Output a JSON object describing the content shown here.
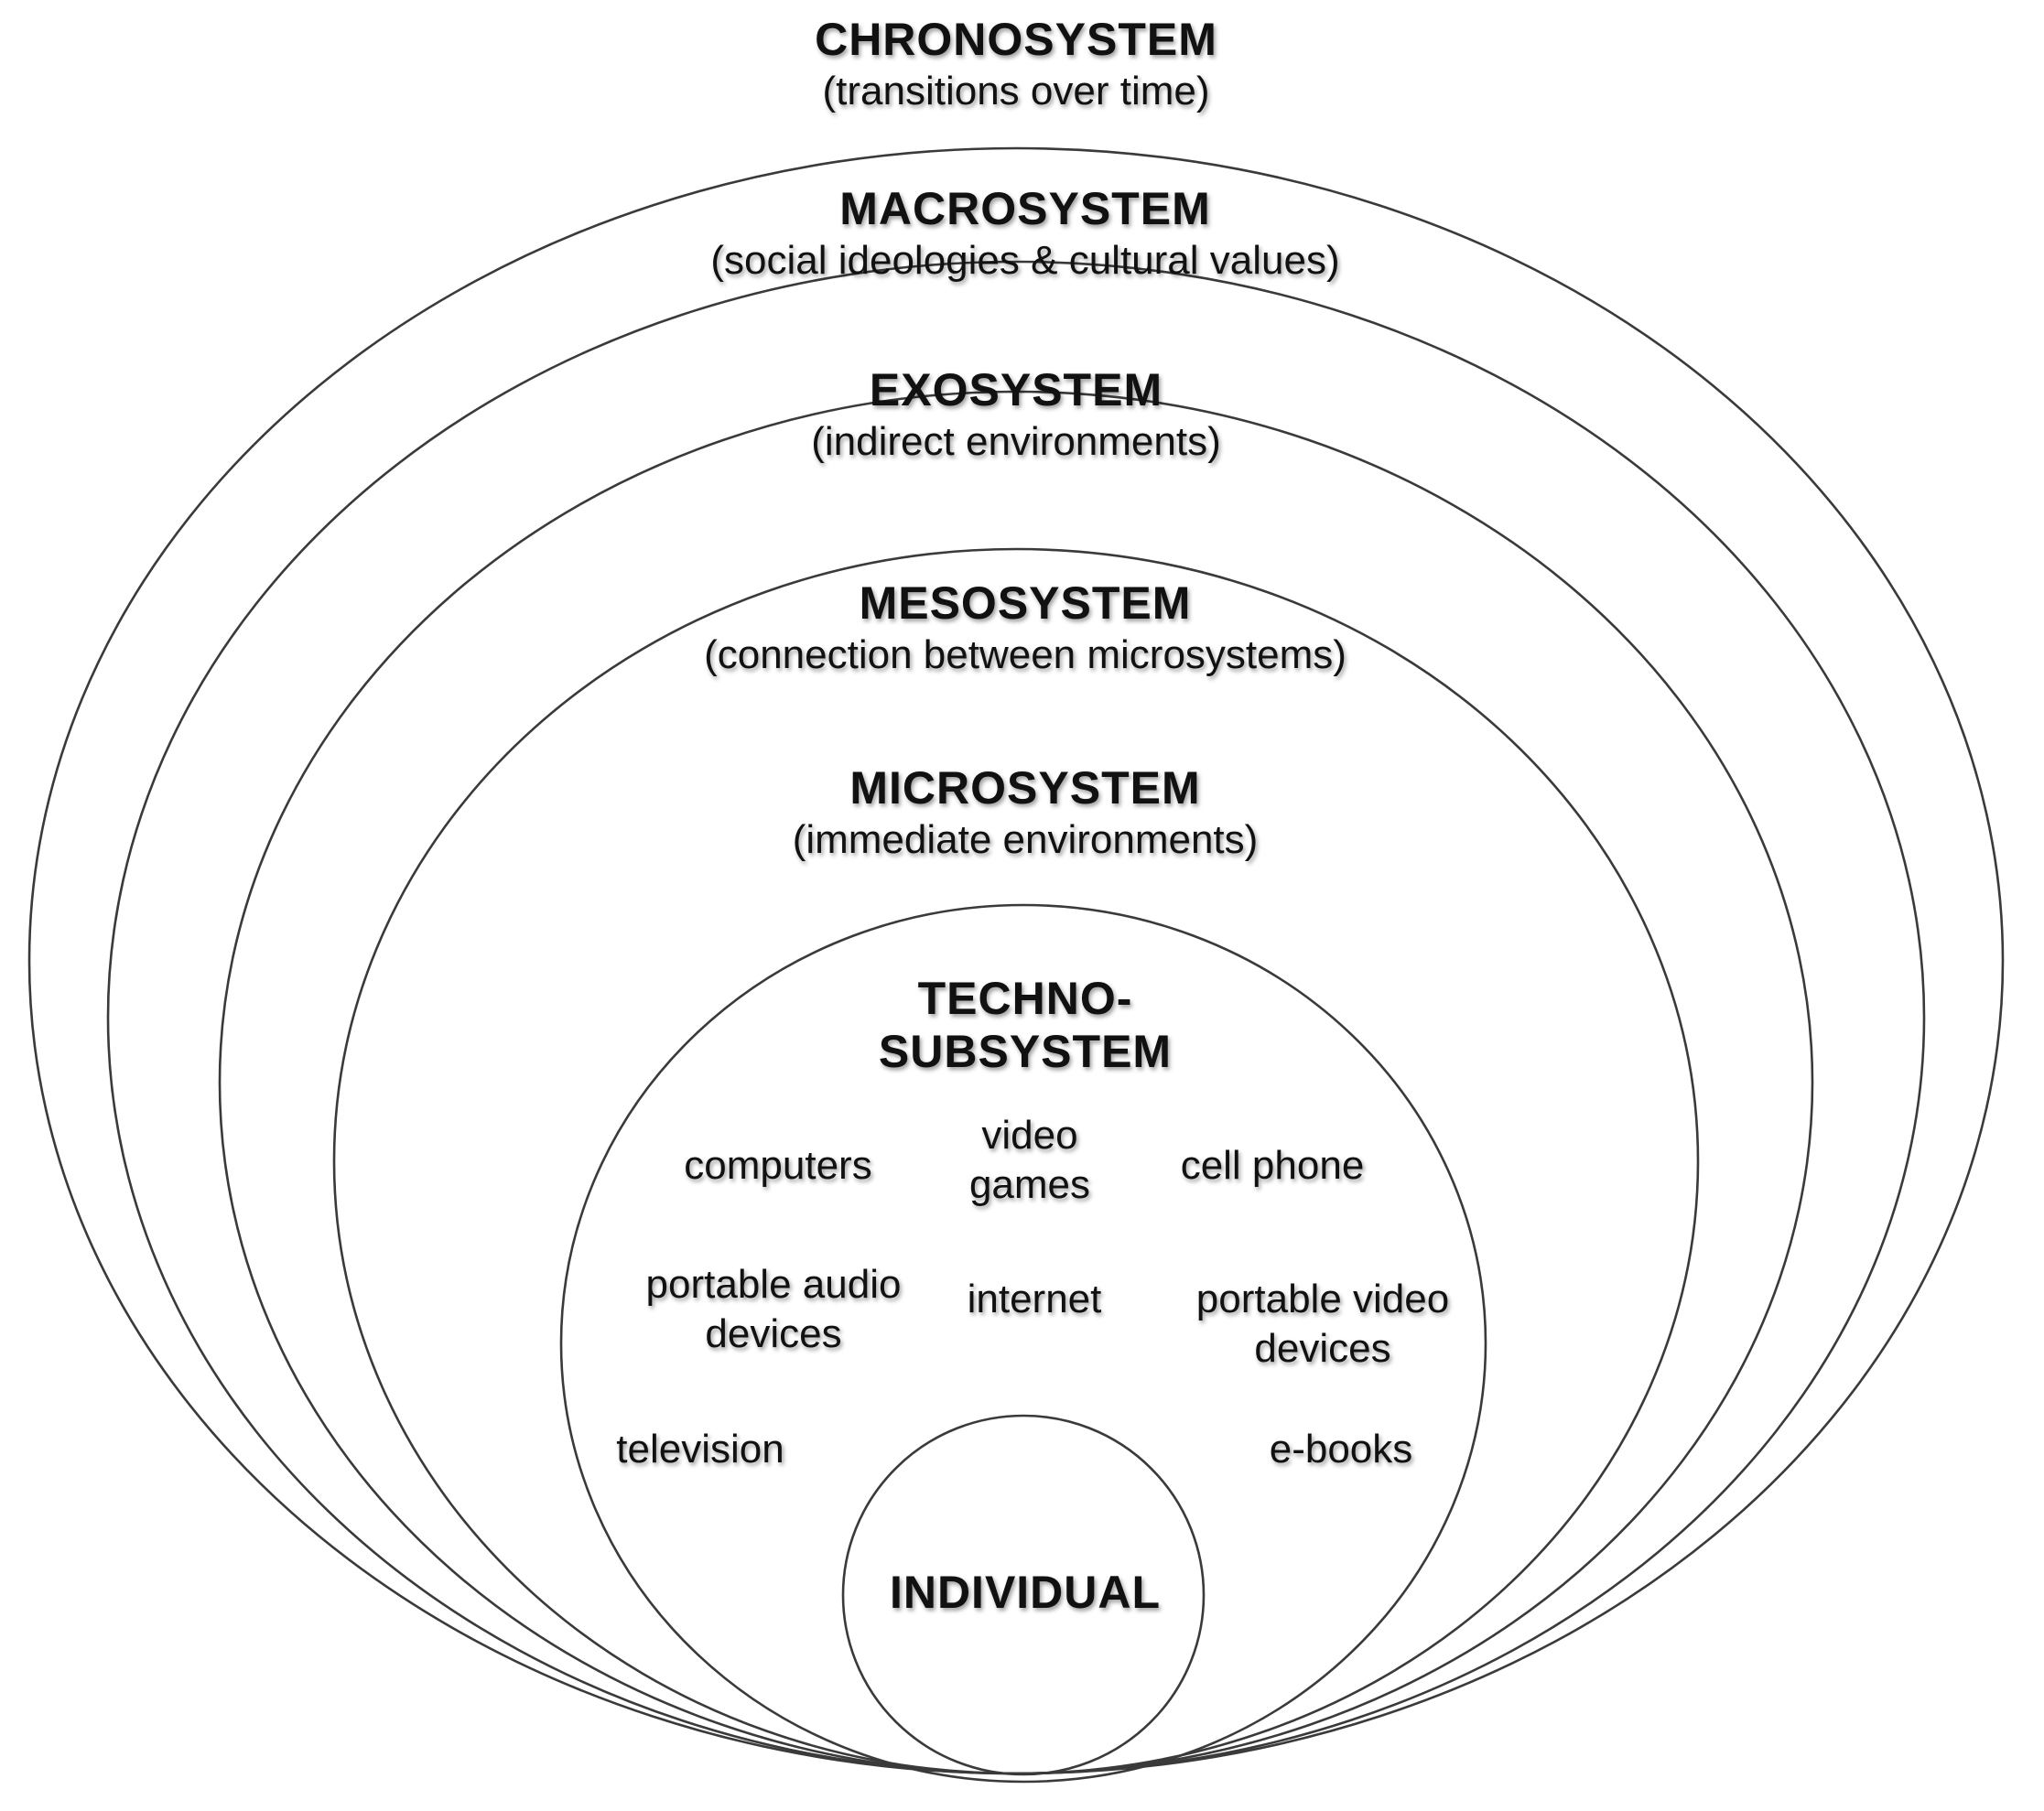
{
  "diagram": {
    "layers": [
      {
        "name": "CHRONOSYSTEM",
        "description": "(transitions over time)"
      },
      {
        "name": "MACROSYSTEM",
        "description": "(social ideologies & cultural values)"
      },
      {
        "name": "EXOSYSTEM",
        "description": "(indirect environments)"
      },
      {
        "name": "MESOSYSTEM",
        "description": "(connection between microsystems)"
      },
      {
        "name": "MICROSYSTEM",
        "description": "(immediate environments)"
      }
    ],
    "techno_subsystem": {
      "title_line1": "TECHNO-",
      "title_line2": "SUBSYSTEM",
      "items": [
        "computers",
        "video games",
        "cell phone",
        "portable audio devices",
        "internet",
        "portable video devices",
        "television",
        "e-books"
      ]
    },
    "center": "INDIVIDUAL",
    "line_color": "#3a3a3a",
    "text_color": "#111111"
  }
}
